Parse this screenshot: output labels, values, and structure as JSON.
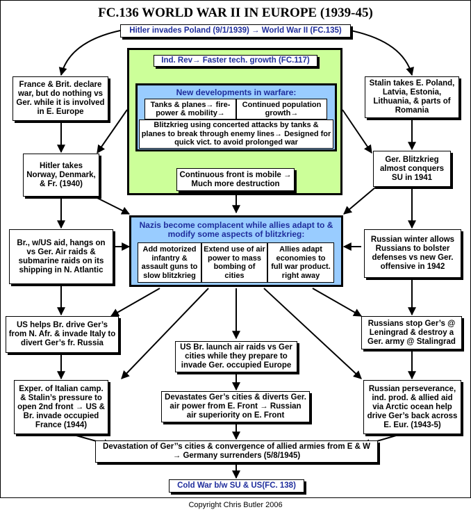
{
  "title": "FC.136 WORLD WAR II IN EUROPE (1939-45)",
  "top_box": "Hitler invades Poland (9/1/1939) → World War II (FC.135)",
  "left": {
    "france_britain": "France & Brit. declare war, but do nothing vs Ger. while it is involved in E. Europe",
    "hitler_takes": "Hitler takes Norway, Denmark, & Fr. (1940)",
    "britain_holds": "Br., w/US aid, hangs on vs Ger. Air raids & submarine raids on its shipping in N. Atlantic",
    "us_helps": "US helps Br. drive Ger’s from N. Afr. & invade Italy to divert Ger’s fr. Russia",
    "second_front": "Exper. of Italian camp. & Stalin’s pressure to open 2nd front → US & Br. invade occupied France (1944)"
  },
  "right": {
    "stalin_takes": "Stalin takes E. Poland, Latvia, Estonia, Lithuania, & parts of Romania",
    "blitzkrieg_su": "Ger. Blitzkrieg almost conquers SU in 1941",
    "russian_winter": "Russian winter allows Russians to bolster defenses vs new Ger. offensive in 1942",
    "stalingrad": "Russians stop Ger’s @ Leningrad & destroy a Ger. army @ Stalingrad",
    "perseverance": "Russian perseverance, ind. prod. & allied aid via Arctic ocean help drive Ger’s back across E. Eur. (1943-5)"
  },
  "green": {
    "ind_rev": "Ind. Rev→ Faster tech. growth (FC.117)",
    "new_dev_head": "New developments in warfare:",
    "tanks": "Tanks & planes→ fire-power & mobility→",
    "population": "Continued population growth→",
    "blitzkrieg": "Blitzkrieg using concerted attacks by tanks & planes to break through enemy lines→ Designed for quick vict. to avoid prolonged war",
    "front": "Continuous front is mobile → Much more destruction"
  },
  "nazis": {
    "head": "Nazis become complacent while allies adapt to & modify some aspects of blitzkrieg:",
    "c1": "Add motorized infantry & assault guns to slow blitzkrieg",
    "c2": "Extend use of air power to mass bombing of cities",
    "c3": "Allies adapt economies to full war product. right away"
  },
  "center": {
    "air_raids": "US Br. launch air raids vs Ger cities while they prepare to invade Ger. occupied Europe",
    "devastates": "Devastates Ger’s cities & diverts Ger. air power from E. Front → Russian air superiority on E. Front"
  },
  "bottom": {
    "surrender": "Devastation of Ger’’s cities & convergence of allied armies from E & W → Germany surrenders (5/8/1945)",
    "cold_war": "Cold War b/w SU & US(FC. 138)"
  },
  "copyright": "Copyright Chris Butler 2006"
}
